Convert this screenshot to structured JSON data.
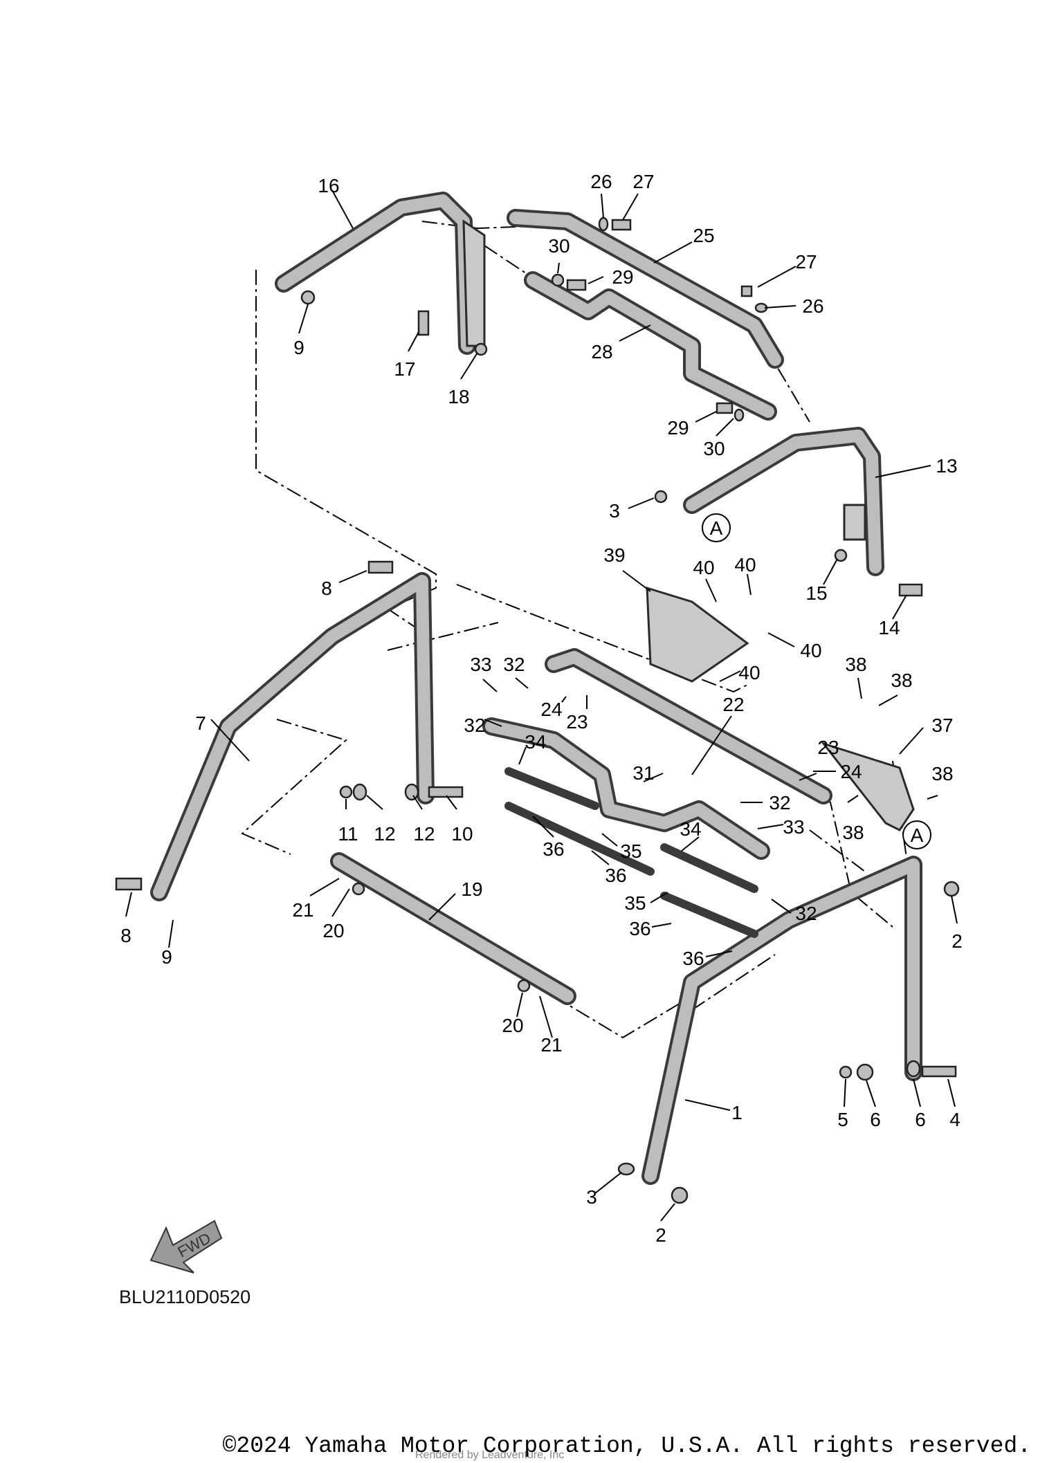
{
  "diagram_code": "BLU2110D0520",
  "copyright": "©2024 Yamaha Motor Corporation, U.S.A. All rights reserved.",
  "watermark": "Rendered by Leadventure, Inc",
  "fwd_label": "FWD",
  "ref_marker": "A",
  "callouts": [
    {
      "id": "c16",
      "text": "16"
    },
    {
      "id": "c26a",
      "text": "26"
    },
    {
      "id": "c27a",
      "text": "27"
    },
    {
      "id": "c25",
      "text": "25"
    },
    {
      "id": "c30a",
      "text": "30"
    },
    {
      "id": "c29a",
      "text": "29"
    },
    {
      "id": "c27b",
      "text": "27"
    },
    {
      "id": "c26b",
      "text": "26"
    },
    {
      "id": "c9a",
      "text": "9"
    },
    {
      "id": "c17",
      "text": "17"
    },
    {
      "id": "c18",
      "text": "18"
    },
    {
      "id": "c28",
      "text": "28"
    },
    {
      "id": "c29b",
      "text": "29"
    },
    {
      "id": "c30b",
      "text": "30"
    },
    {
      "id": "c13",
      "text": "13"
    },
    {
      "id": "c3a",
      "text": "3"
    },
    {
      "id": "c39",
      "text": "39"
    },
    {
      "id": "c40a",
      "text": "40"
    },
    {
      "id": "c40b",
      "text": "40"
    },
    {
      "id": "c15",
      "text": "15"
    },
    {
      "id": "c14",
      "text": "14"
    },
    {
      "id": "c8a",
      "text": "8"
    },
    {
      "id": "c40c",
      "text": "40"
    },
    {
      "id": "c33a",
      "text": "33"
    },
    {
      "id": "c32a",
      "text": "32"
    },
    {
      "id": "c40d",
      "text": "40"
    },
    {
      "id": "c7",
      "text": "7"
    },
    {
      "id": "c24a",
      "text": "24"
    },
    {
      "id": "c23a",
      "text": "23"
    },
    {
      "id": "c22",
      "text": "22"
    },
    {
      "id": "c38a",
      "text": "38"
    },
    {
      "id": "c38b",
      "text": "38"
    },
    {
      "id": "c37",
      "text": "37"
    },
    {
      "id": "c32b",
      "text": "32"
    },
    {
      "id": "c34a",
      "text": "34"
    },
    {
      "id": "c23b",
      "text": "23"
    },
    {
      "id": "c24b",
      "text": "24"
    },
    {
      "id": "c31",
      "text": "31"
    },
    {
      "id": "c38c",
      "text": "38"
    },
    {
      "id": "c32c",
      "text": "32"
    },
    {
      "id": "c38d",
      "text": "38"
    },
    {
      "id": "c33b",
      "text": "33"
    },
    {
      "id": "c11",
      "text": "11"
    },
    {
      "id": "c12a",
      "text": "12"
    },
    {
      "id": "c12b",
      "text": "12"
    },
    {
      "id": "c10",
      "text": "10"
    },
    {
      "id": "c36a",
      "text": "36"
    },
    {
      "id": "c35a",
      "text": "35"
    },
    {
      "id": "c34b",
      "text": "34"
    },
    {
      "id": "c36b",
      "text": "36"
    },
    {
      "id": "c19",
      "text": "19"
    },
    {
      "id": "c21a",
      "text": "21"
    },
    {
      "id": "c20a",
      "text": "20"
    },
    {
      "id": "c35b",
      "text": "35"
    },
    {
      "id": "c32d",
      "text": "32"
    },
    {
      "id": "c2a",
      "text": "2"
    },
    {
      "id": "c8b",
      "text": "8"
    },
    {
      "id": "c9b",
      "text": "9"
    },
    {
      "id": "c36c",
      "text": "36"
    },
    {
      "id": "c36d",
      "text": "36"
    },
    {
      "id": "c20b",
      "text": "20"
    },
    {
      "id": "c21b",
      "text": "21"
    },
    {
      "id": "c1",
      "text": "1"
    },
    {
      "id": "c5",
      "text": "5"
    },
    {
      "id": "c6a",
      "text": "6"
    },
    {
      "id": "c6b",
      "text": "6"
    },
    {
      "id": "c4",
      "text": "4"
    },
    {
      "id": "c3b",
      "text": "3"
    },
    {
      "id": "c2b",
      "text": "2"
    }
  ]
}
